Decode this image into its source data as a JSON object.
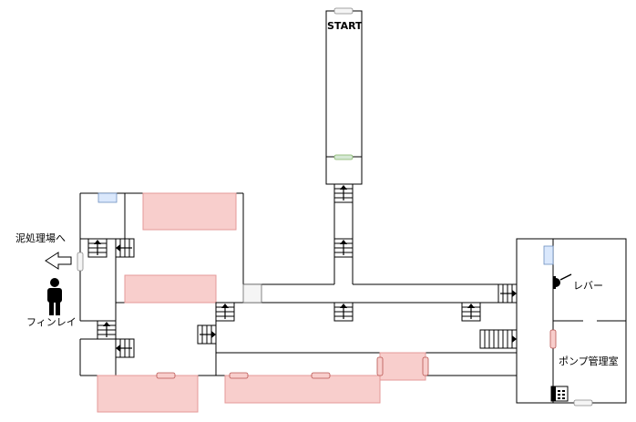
{
  "labels": {
    "start": "START",
    "lever": "レバー",
    "pump_room": "ポンプ管理室",
    "to_sludge_plant": "泥処理場へ",
    "finlay": "フィンレイ"
  },
  "colors": {
    "wall": "#000000",
    "room_fill": "#f8cecc",
    "room_stroke": "#e59a98",
    "door_pink": "#f8cecc",
    "door_green": "#d5e8d4",
    "door_blue": "#dae8fc",
    "door_grey": "#f5f5f5"
  },
  "icons": {
    "character": "person-silhouette-icon",
    "lever": "lever-icon",
    "phone": "telephone-icon",
    "exit_arrow": "left-arrow-icon",
    "stairs": "stairs-icon"
  }
}
